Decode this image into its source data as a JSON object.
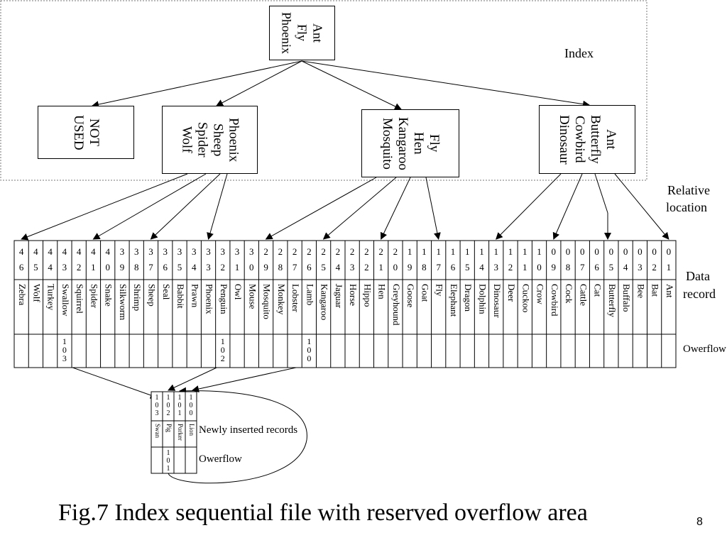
{
  "labels": {
    "index": "Index",
    "relative_location": [
      "Relative",
      "location"
    ],
    "data_record": [
      "Data",
      "record"
    ],
    "overflow_main": "Owerflow",
    "newly_inserted": "Newly inserted records",
    "overflow_small": "Owerflow",
    "caption": "Fig.7 Index sequential file with reserved overflow area",
    "page_number": "8"
  },
  "index_tree": {
    "root": [
      "Ant",
      "Fly",
      "Phoenix"
    ],
    "children": [
      [
        "NOT",
        "USED"
      ],
      [
        "Phoenix",
        "Sheep",
        "Spider",
        "Wolf"
      ],
      [
        "Fly",
        "Hen",
        "Kangaroo",
        "Mosquito"
      ],
      [
        "Ant",
        "Butterfly",
        "Cowbird",
        "Dinosaur"
      ]
    ]
  },
  "records": [
    {
      "loc": "46",
      "name": "Zebra",
      "overflow": ""
    },
    {
      "loc": "45",
      "name": "Wolf",
      "overflow": ""
    },
    {
      "loc": "44",
      "name": "Turkey",
      "overflow": ""
    },
    {
      "loc": "43",
      "name": "Swallow",
      "overflow": "103"
    },
    {
      "loc": "42",
      "name": "Squirrel",
      "overflow": ""
    },
    {
      "loc": "41",
      "name": "Spider",
      "overflow": ""
    },
    {
      "loc": "40",
      "name": "Snake",
      "overflow": ""
    },
    {
      "loc": "39",
      "name": "Silkworm",
      "overflow": ""
    },
    {
      "loc": "38",
      "name": "Shrimp",
      "overflow": ""
    },
    {
      "loc": "37",
      "name": "Sheep",
      "overflow": ""
    },
    {
      "loc": "36",
      "name": "Seal",
      "overflow": ""
    },
    {
      "loc": "35",
      "name": "Babbit",
      "overflow": ""
    },
    {
      "loc": "34",
      "name": "Prawn",
      "overflow": ""
    },
    {
      "loc": "33",
      "name": "Phoenix",
      "overflow": ""
    },
    {
      "loc": "32",
      "name": "Penguin",
      "overflow": "102"
    },
    {
      "loc": "31",
      "name": "Owl",
      "overflow": ""
    },
    {
      "loc": "30",
      "name": "Mouse",
      "overflow": ""
    },
    {
      "loc": "29",
      "name": "Mosquito",
      "overflow": ""
    },
    {
      "loc": "28",
      "name": "Monkey",
      "overflow": ""
    },
    {
      "loc": "27",
      "name": "Lobster",
      "overflow": ""
    },
    {
      "loc": "26",
      "name": "Lamb",
      "overflow": "100"
    },
    {
      "loc": "25",
      "name": "Kangaroo",
      "overflow": ""
    },
    {
      "loc": "24",
      "name": "Jaguar",
      "overflow": ""
    },
    {
      "loc": "23",
      "name": "Horse",
      "overflow": ""
    },
    {
      "loc": "22",
      "name": "Hippo",
      "overflow": ""
    },
    {
      "loc": "21",
      "name": "Hen",
      "overflow": ""
    },
    {
      "loc": "20",
      "name": "Greyhound",
      "overflow": ""
    },
    {
      "loc": "19",
      "name": "Goose",
      "overflow": ""
    },
    {
      "loc": "18",
      "name": "Goat",
      "overflow": ""
    },
    {
      "loc": "17",
      "name": "Fly",
      "overflow": ""
    },
    {
      "loc": "16",
      "name": "Elephant",
      "overflow": ""
    },
    {
      "loc": "15",
      "name": "Dragon",
      "overflow": ""
    },
    {
      "loc": "14",
      "name": "Dolphin",
      "overflow": ""
    },
    {
      "loc": "13",
      "name": "Dinosaur",
      "overflow": ""
    },
    {
      "loc": "12",
      "name": "Deer",
      "overflow": ""
    },
    {
      "loc": "11",
      "name": "Cuckoo",
      "overflow": ""
    },
    {
      "loc": "10",
      "name": "Crow",
      "overflow": ""
    },
    {
      "loc": "09",
      "name": "Cowbird",
      "overflow": ""
    },
    {
      "loc": "08",
      "name": "Cock",
      "overflow": ""
    },
    {
      "loc": "07",
      "name": "Cattle",
      "overflow": ""
    },
    {
      "loc": "06",
      "name": "Cat",
      "overflow": ""
    },
    {
      "loc": "05",
      "name": "Butterfly",
      "overflow": ""
    },
    {
      "loc": "04",
      "name": "Buffalo",
      "overflow": ""
    },
    {
      "loc": "03",
      "name": "Bee",
      "overflow": ""
    },
    {
      "loc": "02",
      "name": "Bat",
      "overflow": ""
    },
    {
      "loc": "01",
      "name": "Ant",
      "overflow": ""
    }
  ],
  "overflow_area": [
    {
      "loc": "103",
      "name": "Swan",
      "overflow": ""
    },
    {
      "loc": "102",
      "name": "Pig",
      "overflow": "101"
    },
    {
      "loc": "101",
      "name": "Porker",
      "overflow": ""
    },
    {
      "loc": "100",
      "name": "Lion",
      "overflow": ""
    }
  ]
}
